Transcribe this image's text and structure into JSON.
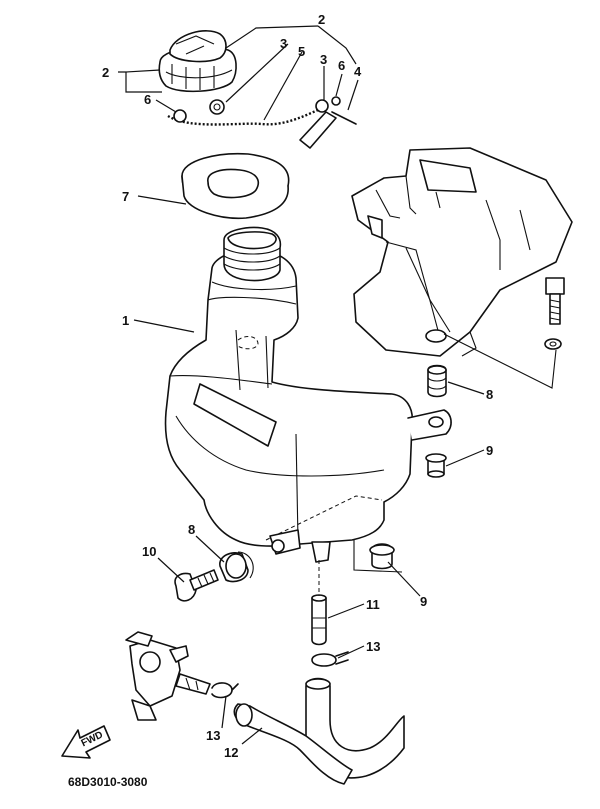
{
  "callouts": {
    "c1": "1",
    "c2_top": "2",
    "c2_left": "2",
    "c3_a": "3",
    "c3_b": "3",
    "c4": "4",
    "c5": "5",
    "c6_left": "6",
    "c6_right": "6",
    "c7": "7",
    "c8_right": "8",
    "c8_left": "8",
    "c9_top": "9",
    "c9_bottom": "9",
    "c10": "10",
    "c11": "11",
    "c12": "12",
    "c13_right": "13",
    "c13_left": "13"
  },
  "fwd_label": "FWD",
  "reference_code": "68D3010-3080"
}
